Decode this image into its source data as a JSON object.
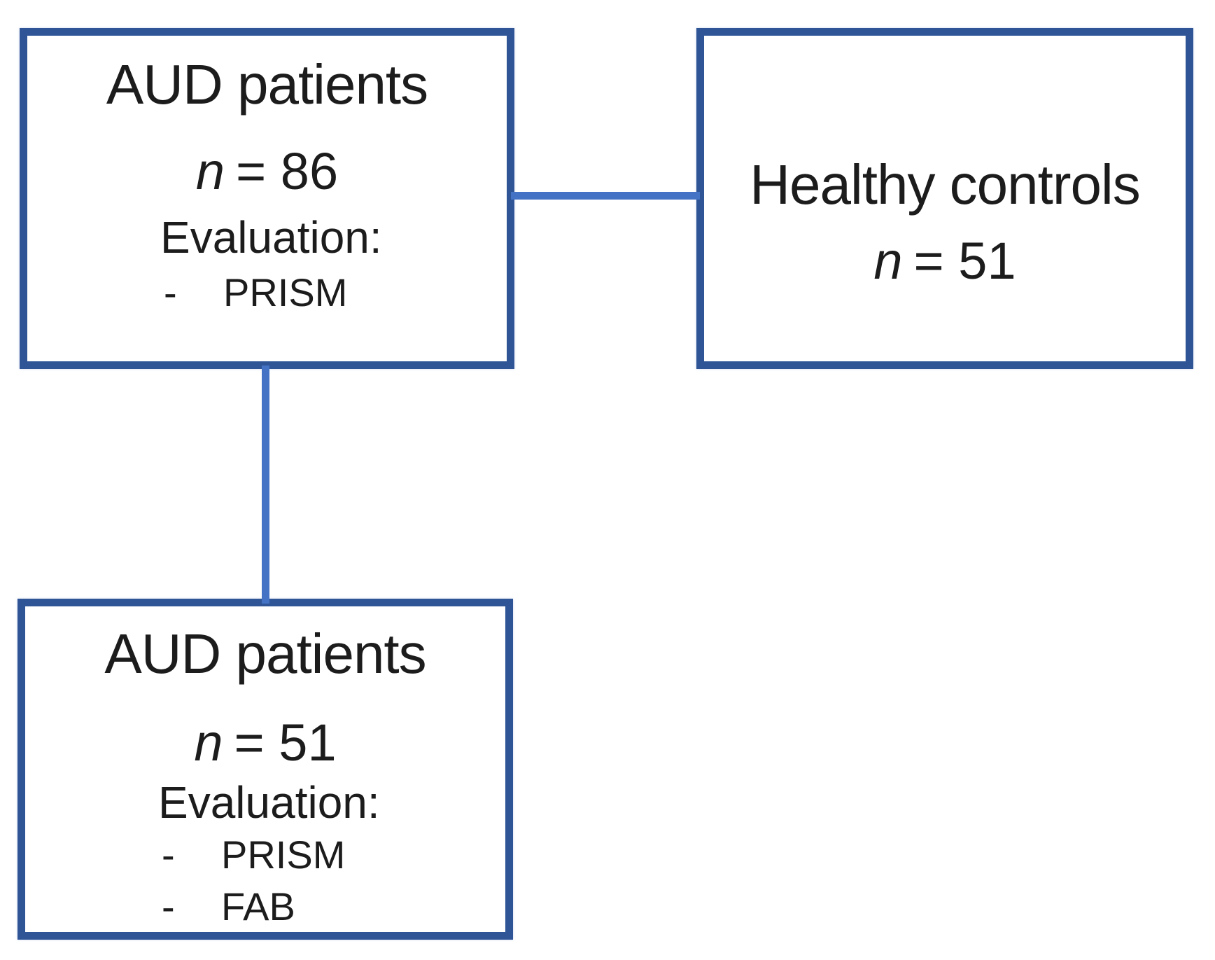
{
  "colors": {
    "box_border": "#2F5597",
    "connector": "#4472C4",
    "text": "#1C1C1C",
    "background": "#FFFFFF"
  },
  "boxes": {
    "aud_baseline": {
      "title": "AUD patients",
      "n_var": "n",
      "n_rest": "= 86",
      "evaluation_label": "Evaluation:",
      "bullet_marker": "-",
      "bullets": [
        "PRISM"
      ]
    },
    "healthy_controls": {
      "title": "Healthy controls",
      "n_var": "n",
      "n_rest": "= 51"
    },
    "aud_followup": {
      "title": "AUD patients",
      "n_var": "n",
      "n_rest": "= 51",
      "evaluation_label": "Evaluation:",
      "bullet_marker": "-",
      "bullets": [
        "PRISM",
        "FAB"
      ]
    }
  }
}
